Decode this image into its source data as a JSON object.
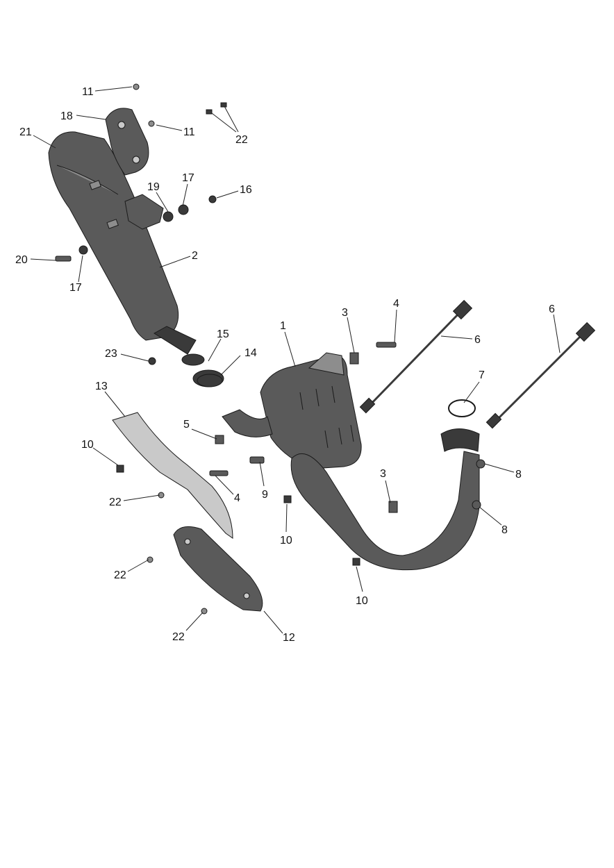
{
  "diagram": {
    "callouts": [
      "1",
      "2",
      "3",
      "3",
      "4",
      "4",
      "5",
      "6",
      "6",
      "7",
      "8",
      "8",
      "9",
      "10",
      "10",
      "10",
      "11",
      "11",
      "12",
      "13",
      "14",
      "15",
      "16",
      "17",
      "17",
      "18",
      "19",
      "20",
      "21",
      "22",
      "22",
      "22",
      "22",
      "23"
    ]
  }
}
